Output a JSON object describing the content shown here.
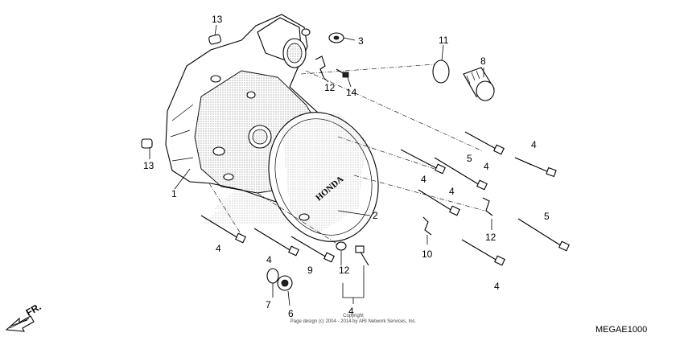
{
  "diagram": {
    "part_labels": [
      {
        "id": "p13a",
        "text": "13"
      },
      {
        "id": "p3",
        "text": "3"
      },
      {
        "id": "p11",
        "text": "11"
      },
      {
        "id": "p8",
        "text": "8"
      },
      {
        "id": "p12a",
        "text": "12"
      },
      {
        "id": "p14",
        "text": "14"
      },
      {
        "id": "p13b",
        "text": "13"
      },
      {
        "id": "p1",
        "text": "1"
      },
      {
        "id": "p4a",
        "text": "4"
      },
      {
        "id": "p5a",
        "text": "5"
      },
      {
        "id": "p4b",
        "text": "4"
      },
      {
        "id": "p4c",
        "text": "4"
      },
      {
        "id": "p4d",
        "text": "4"
      },
      {
        "id": "p2",
        "text": "2"
      },
      {
        "id": "p12b",
        "text": "12"
      },
      {
        "id": "p5b",
        "text": "5"
      },
      {
        "id": "p4e",
        "text": "4"
      },
      {
        "id": "p4f",
        "text": "4"
      },
      {
        "id": "p4g",
        "text": "4"
      },
      {
        "id": "p9",
        "text": "9"
      },
      {
        "id": "p12c",
        "text": "12"
      },
      {
        "id": "p10",
        "text": "10"
      },
      {
        "id": "p7",
        "text": "7"
      },
      {
        "id": "p6",
        "text": "6"
      },
      {
        "id": "p4h",
        "text": "4"
      }
    ],
    "cover_logo": "HONDA",
    "direction_label": "FR.",
    "copyright_line1": "Copyright",
    "copyright_line2": "Page design (c) 2004 - 2014 by ARI Network Services, Inc.",
    "diagram_code": "MEGAE1000"
  }
}
